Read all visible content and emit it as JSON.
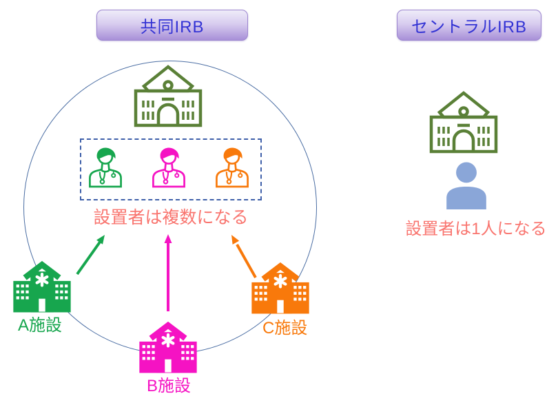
{
  "badges": {
    "joint_label": "共同IRB",
    "central_label": "セントラルIRB"
  },
  "joint": {
    "caption": "設置者は複数になる",
    "facility_a_label": "A施設",
    "facility_b_label": "B施設",
    "facility_c_label": "C施設"
  },
  "central": {
    "caption": "設置者は1人になる"
  },
  "colors": {
    "green": "#17a64e",
    "magenta": "#f513c3",
    "orange": "#f8790b",
    "salmon_text": "#f9756f",
    "badge_text": "#3232d4",
    "badge_gradient_top": "#efecf9",
    "badge_gradient_bottom": "#a890d8",
    "circle_stroke": "#4a6da3",
    "dashed_border": "#3e5fa9",
    "outline_building_green": "#5a8037",
    "person_blue": "#8aa6d8",
    "white": "#ffffff"
  }
}
